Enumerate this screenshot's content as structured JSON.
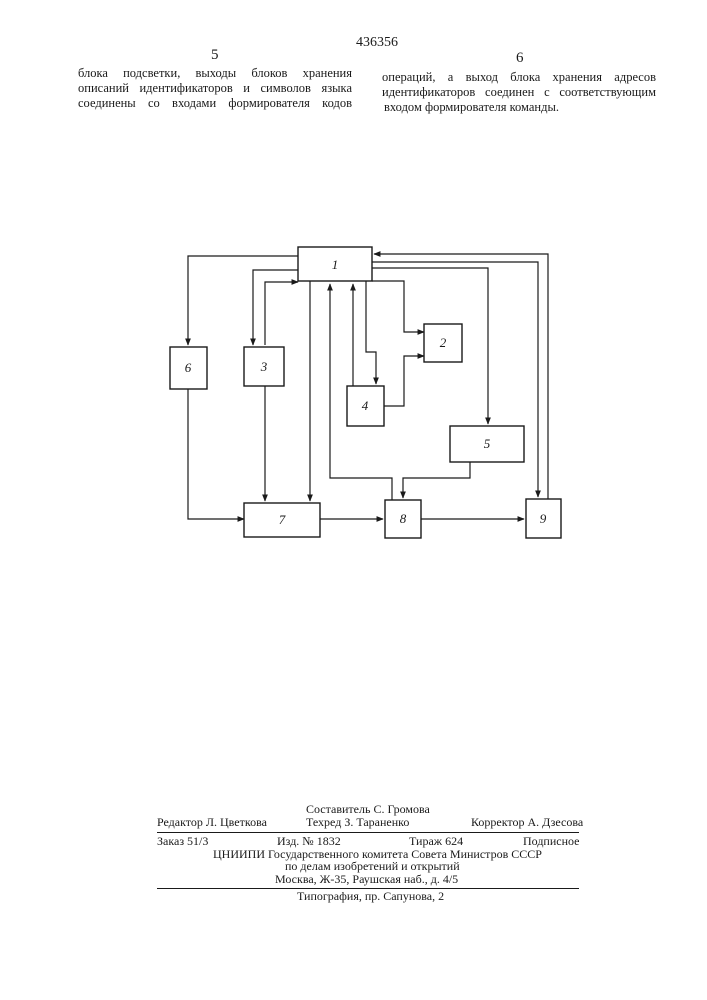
{
  "header": {
    "patent_number": "436356",
    "left_page_number": "5",
    "right_page_number": "6"
  },
  "left_column": {
    "lines": [
      "блока подсветки, выходы блоков хранения",
      "описаний идентификаторов и символов языка",
      "соединены со входами формирователя кодов"
    ]
  },
  "right_column": {
    "lines": [
      "операций, а выход блока хранения адресов",
      "идентификаторов соединен с соответствующим",
      "входом формирователя команды."
    ]
  },
  "diagram": {
    "blocks": [
      "1",
      "2",
      "3",
      "4",
      "5",
      "6",
      "7",
      "8",
      "9"
    ]
  },
  "imprint": {
    "editor": "Редактор Л. Цветкова",
    "compiler": "Составитель С. Громова",
    "techeditor": "Техред З. Тараненко",
    "corrector": "Корректор А. Дзесова",
    "order": "Заказ 51/3",
    "edition": "Изд. № 1832",
    "circulation": "Тираж 624",
    "subscription": "Подписное",
    "org_line1": "ЦНИИПИ Государственного комитета Совета Министров СССР",
    "org_line2": "по делам изобретений и открытий",
    "address": "Москва, Ж-35, Раушская наб., д. 4/5",
    "printer": "Типография, пр. Сапунова, 2"
  }
}
